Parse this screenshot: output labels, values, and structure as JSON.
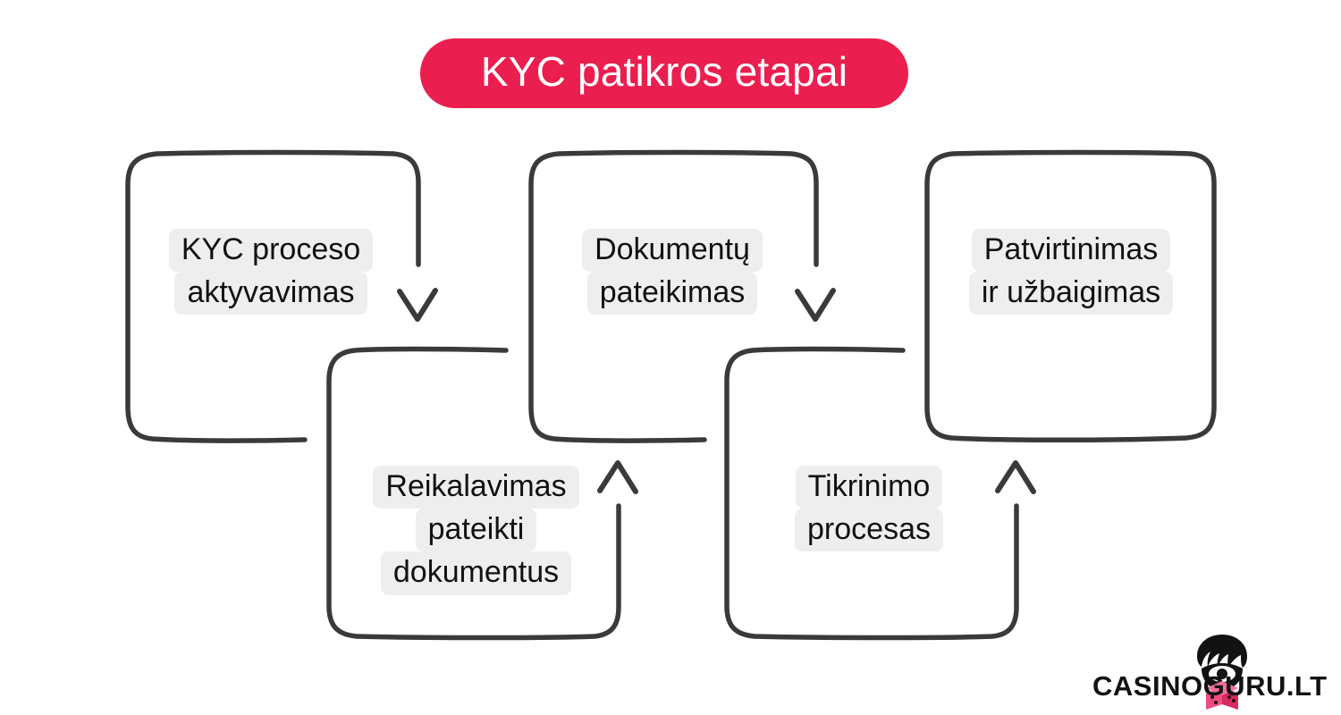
{
  "title": {
    "text": "KYC patikros etapai",
    "badge_color": "#ea1f4f",
    "text_color": "#ffffff"
  },
  "theme": {
    "background": "#ffffff",
    "stroke_color": "#3a3a3a",
    "label_background": "#eeeeee",
    "label_text_color": "#111111",
    "accent_pink": "#e8356d"
  },
  "diagram": {
    "type": "flowchart",
    "orientation": "zigzag-left-to-right",
    "step_count": 5,
    "steps": [
      {
        "index": 1,
        "name": "kyc-process-activation",
        "lines": [
          "KYC proceso",
          "aktyvavimas"
        ],
        "row": "top",
        "box_open_gap": "bottom-right",
        "outgoing_arrow": "down"
      },
      {
        "index": 2,
        "name": "document-request",
        "lines": [
          "Reikalavimas",
          "pateikti",
          "dokumentus"
        ],
        "row": "bottom",
        "box_open_gap": "top-right",
        "outgoing_arrow": "up"
      },
      {
        "index": 3,
        "name": "document-submission",
        "lines": [
          "Dokumentų",
          "pateikimas"
        ],
        "row": "top",
        "box_open_gap": "bottom-right",
        "outgoing_arrow": "down"
      },
      {
        "index": 4,
        "name": "verification-process",
        "lines": [
          "Tikrinimo",
          "procesas"
        ],
        "row": "bottom",
        "box_open_gap": "top-right",
        "outgoing_arrow": "up"
      },
      {
        "index": 5,
        "name": "approval-and-completion",
        "lines": [
          "Patvirtinimas",
          "ir užbaigimas"
        ],
        "row": "top",
        "box_open_gap": "none",
        "outgoing_arrow": "none"
      }
    ],
    "arrows": [
      {
        "name": "arrow-step1-to-step2",
        "direction": "down"
      },
      {
        "name": "arrow-step2-to-step3",
        "direction": "up"
      },
      {
        "name": "arrow-step3-to-step4",
        "direction": "down"
      },
      {
        "name": "arrow-step4-to-step5",
        "direction": "up"
      }
    ]
  },
  "logo": {
    "wordmark_casino": "CASINO",
    "wordmark_guru": "GURU.LT",
    "full_text": "CASINOGURU.LT",
    "mark": "guru-head-icon",
    "dice_color": "#e8356d"
  }
}
